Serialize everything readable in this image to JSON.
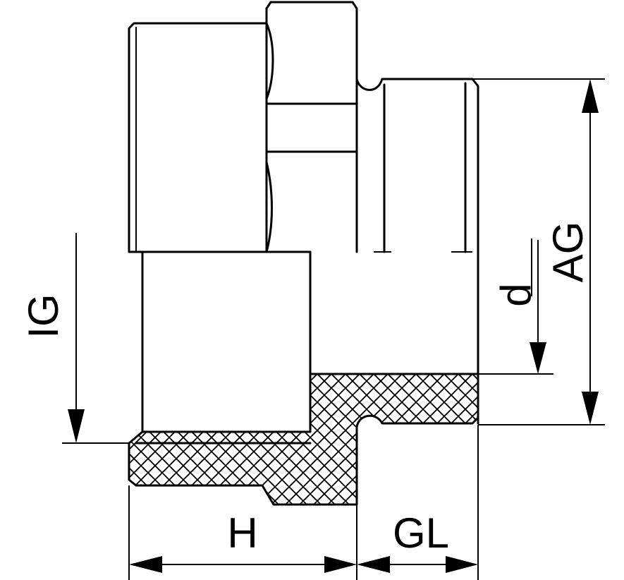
{
  "labels": {
    "ig": "IG",
    "d": "d",
    "ag": "AG",
    "h": "H",
    "gl": "GL"
  },
  "colors": {
    "line": "#000000",
    "background": "#ffffff"
  }
}
